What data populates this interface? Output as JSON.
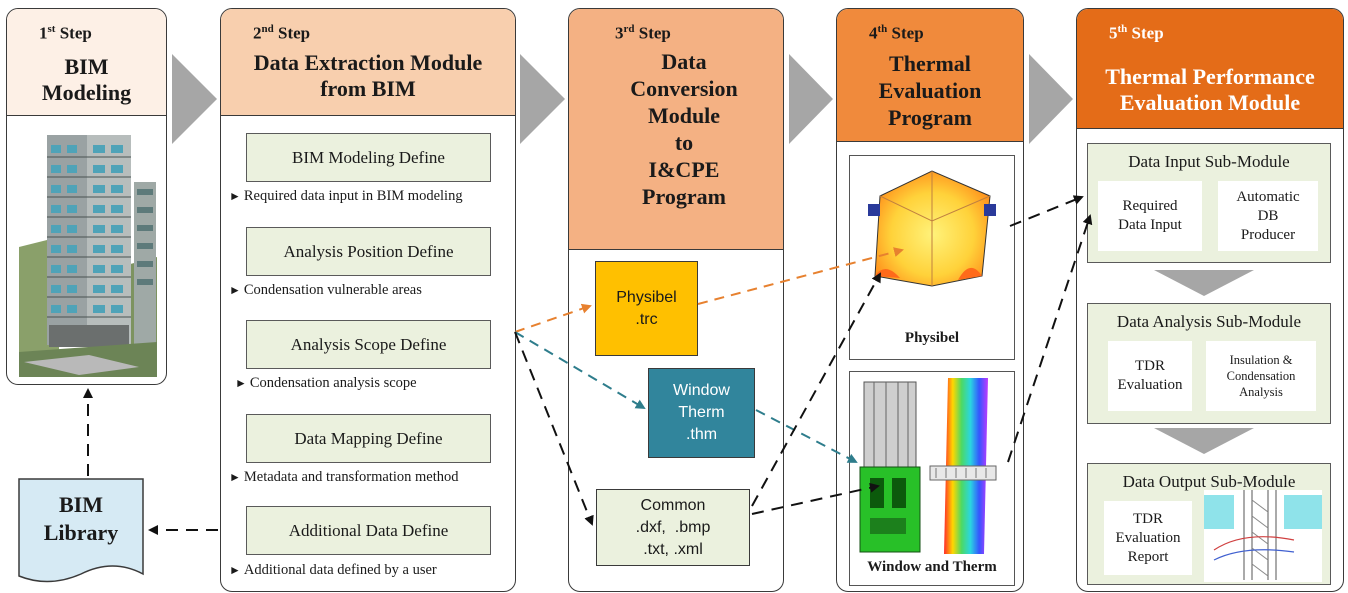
{
  "steps": [
    {
      "num": "1",
      "sup": "st",
      "word": "Step",
      "title": [
        "BIM",
        "Modeling"
      ]
    },
    {
      "num": "2",
      "sup": "nd",
      "word": "Step",
      "title": [
        "Data Extraction Module",
        "from BIM"
      ]
    },
    {
      "num": "3",
      "sup": "rd",
      "word": "Step",
      "title": [
        "Data",
        "Conversion",
        "Module",
        "to",
        "I&CPE",
        "Program"
      ]
    },
    {
      "num": "4",
      "sup": "th",
      "word": "Step",
      "title": [
        "Thermal",
        "Evaluation",
        "Program"
      ]
    },
    {
      "num": "5",
      "sup": "th",
      "word": "Step",
      "title": [
        "Thermal Performance",
        "Evaluation Module"
      ]
    }
  ],
  "library": {
    "lines": [
      "BIM",
      "Library"
    ]
  },
  "step2": {
    "items": [
      {
        "box": "BIM Modeling Define",
        "note": "Required data input in BIM modeling"
      },
      {
        "box": "Analysis Position Define",
        "note": "Condensation vulnerable areas"
      },
      {
        "box": "Analysis Scope Define",
        "note": "Condensation analysis scope"
      },
      {
        "box": "Data Mapping Define",
        "note": "Metadata and transformation method"
      },
      {
        "box": "Additional Data Define",
        "note": "Additional data defined by a user"
      }
    ],
    "bullet": "►"
  },
  "step3": {
    "physibel": [
      "Physibel",
      ".trc"
    ],
    "window": [
      "Window",
      "Therm",
      ".thm"
    ],
    "common": [
      "Common",
      ".dxf,  .bmp",
      ".txt, .xml"
    ]
  },
  "step4": {
    "physibel_caption": "Physibel",
    "window_caption": "Window and Therm"
  },
  "step5": {
    "input": {
      "title": "Data Input Sub-Module",
      "a": [
        "Required",
        "Data Input"
      ],
      "b": [
        "Automatic",
        "DB",
        "Producer"
      ]
    },
    "analysis": {
      "title": "Data Analysis Sub-Module",
      "a": [
        "TDR",
        "Evaluation"
      ],
      "b": [
        "Insulation &",
        "Condensation",
        "Analysis"
      ]
    },
    "output": {
      "title": "Data Output Sub-Module",
      "a": [
        "TDR",
        "Evaluation",
        "Report"
      ]
    }
  },
  "colors": {
    "step1_head": "#fdf0e6",
    "step2_head": "#f8cfae",
    "step3_head": "#f4b183",
    "step4_head": "#f08a3c",
    "step5_head": "#e46c18",
    "physibel_file": "#ffc000",
    "window_file": "#31859c",
    "common_file": "#ebf1de",
    "library": "#d6eaf4",
    "chevron": "#a6a6a6",
    "arrow_orange": "#e7812f",
    "arrow_teal": "#2e7d8c"
  }
}
